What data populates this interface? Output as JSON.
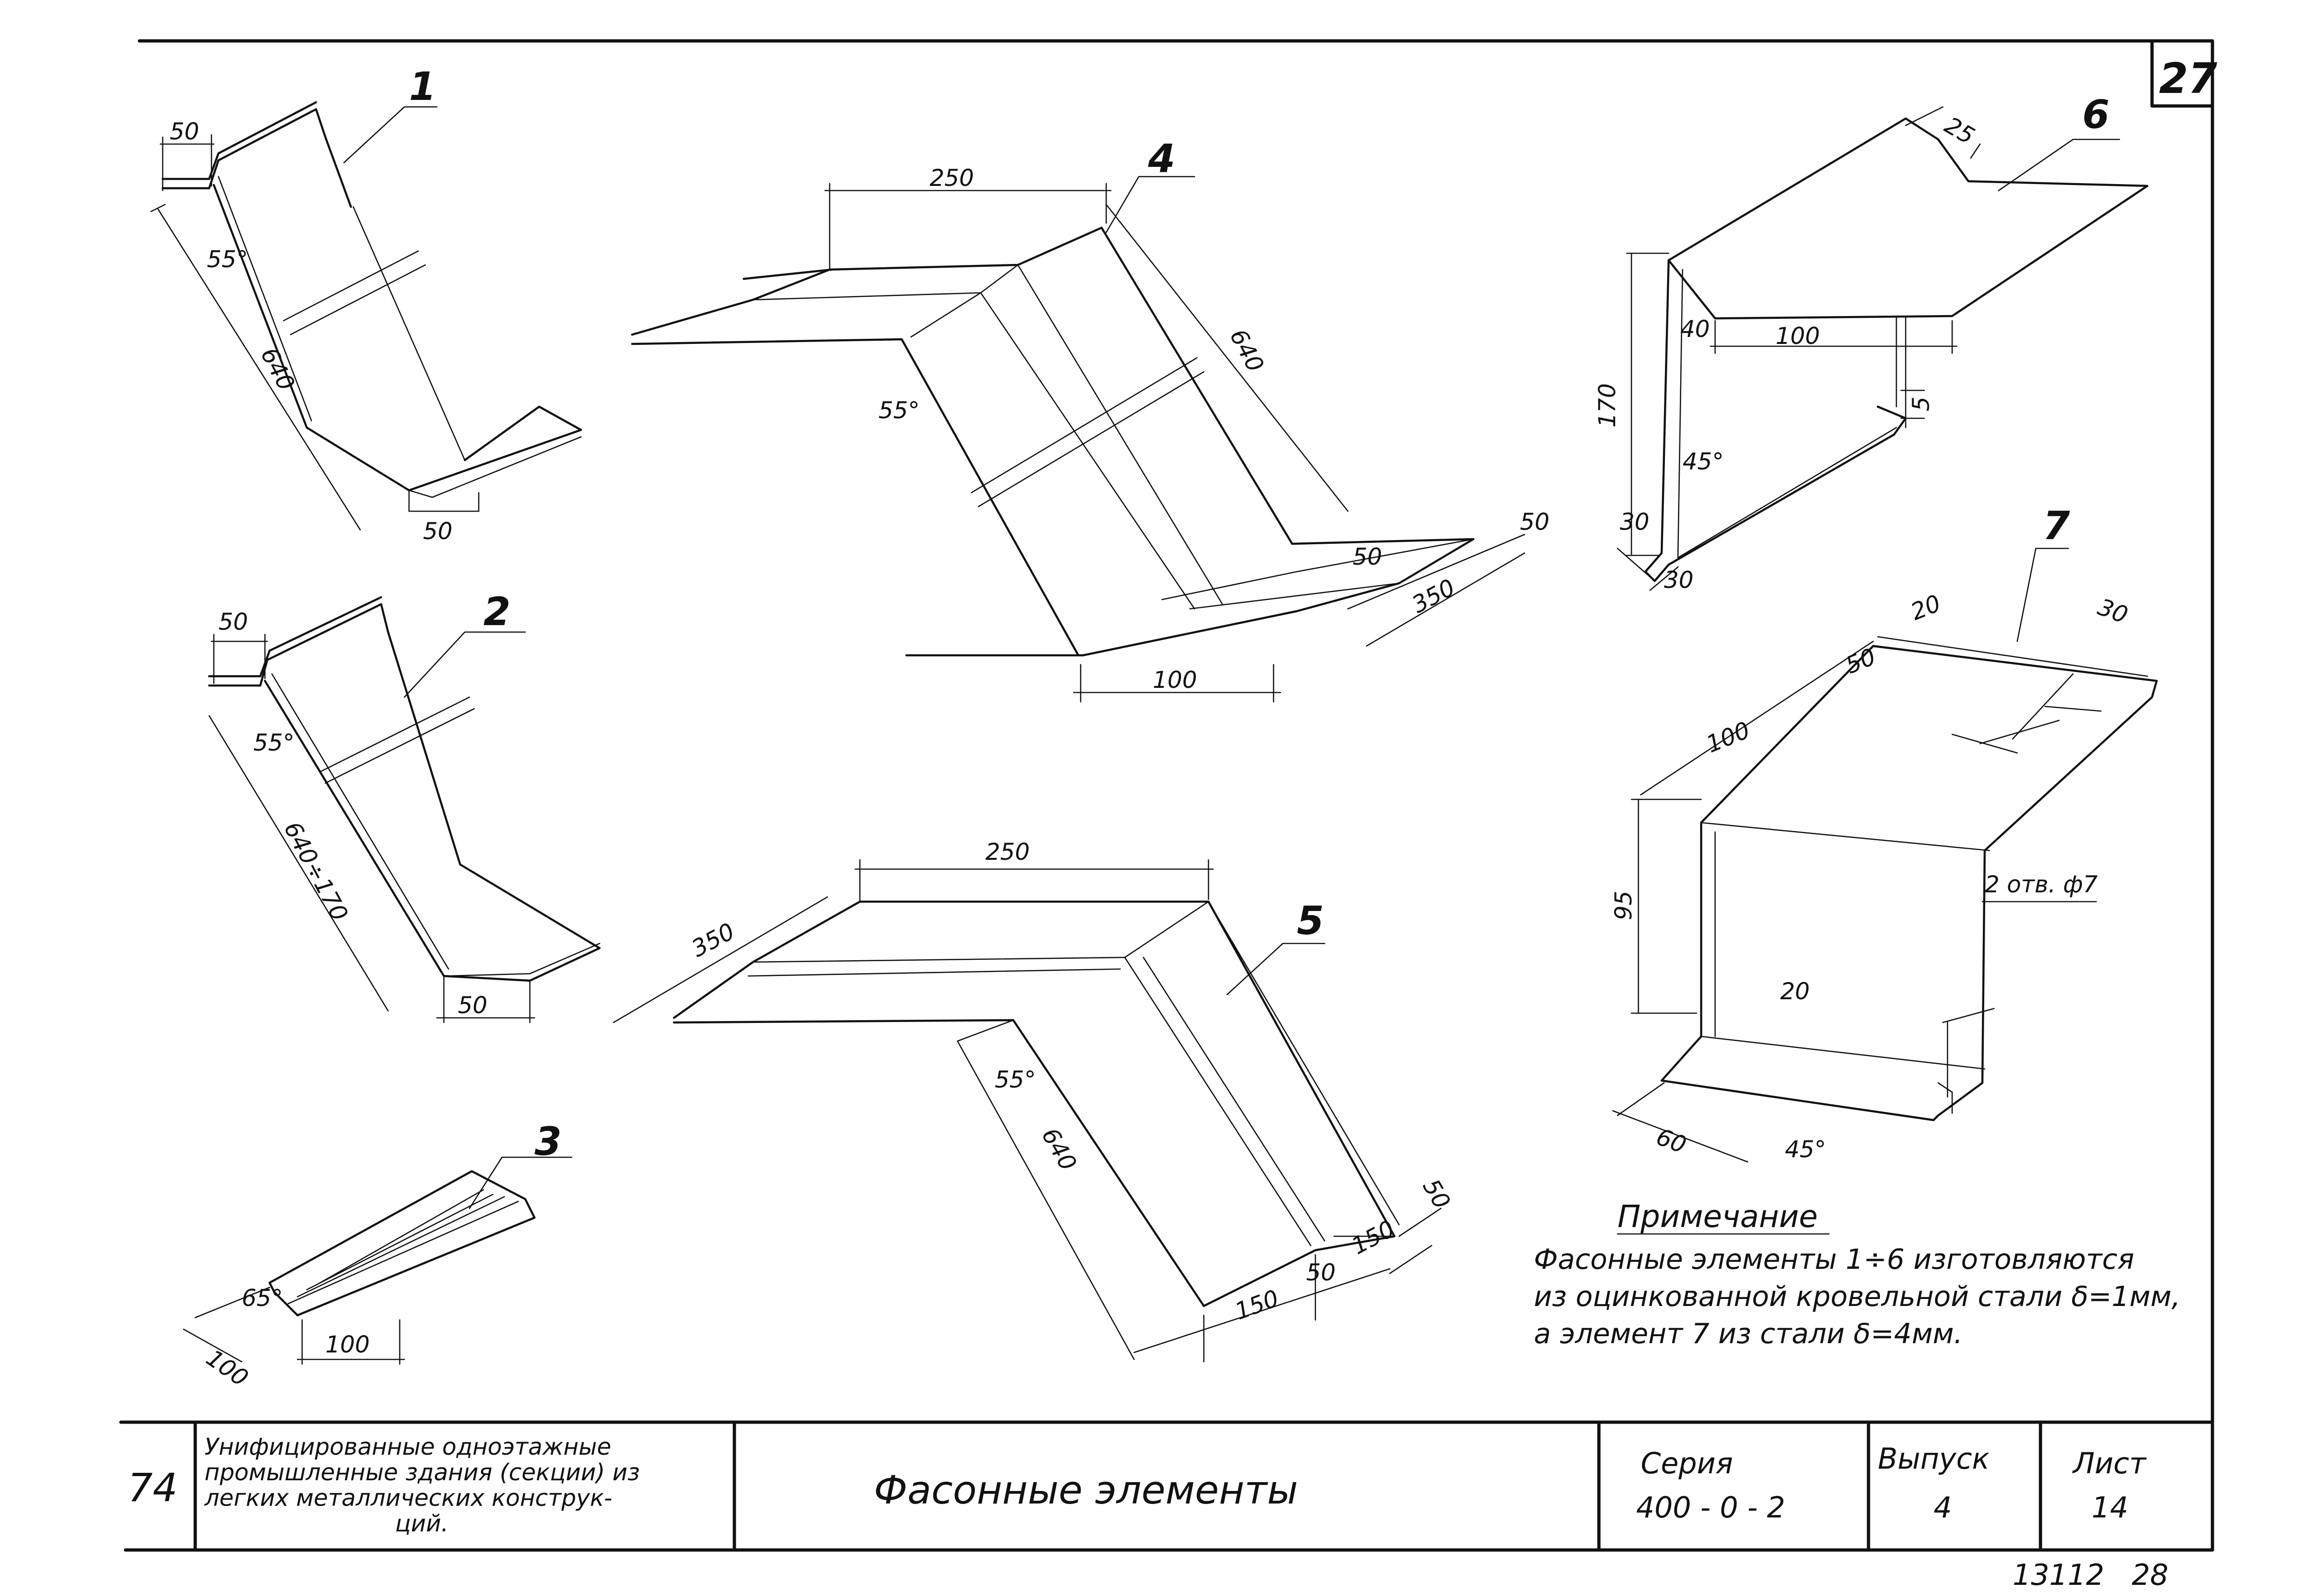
{
  "sheet": {
    "page_number": "27",
    "left_margin_number": "74",
    "bottom_numbers": "13112   28"
  },
  "elements": {
    "e1": {
      "label": "1",
      "dims": {
        "top_flange": "50",
        "angle": "55°",
        "length": "640",
        "bottom_flange": "50"
      }
    },
    "e2": {
      "label": "2",
      "dims": {
        "top_flange": "50",
        "angle": "55°",
        "length": "640÷170",
        "bottom_flange": "50"
      }
    },
    "e3": {
      "label": "3",
      "dims": {
        "angle": "65°",
        "side": "100",
        "bottom": "100"
      }
    },
    "e4": {
      "label": "4",
      "dims": {
        "top_width": "250",
        "angle": "55°",
        "length": "640",
        "step": "50",
        "right_flange": "50",
        "flange_len": "350",
        "bottom_width": "100"
      }
    },
    "e5": {
      "label": "5",
      "dims": {
        "top_width": "250",
        "left_flange": "350",
        "angle": "55°",
        "length": "640",
        "right_top": "50",
        "step_a": "150",
        "step_b": "50",
        "bottom_right": "150"
      }
    },
    "e6": {
      "label": "6",
      "dims": {
        "top_lip": "25",
        "height": "170",
        "inner": "40",
        "width": "100",
        "drop": "5",
        "angle": "45°",
        "base_a": "30",
        "base_b": "30"
      }
    },
    "e7": {
      "label": "7",
      "dims": {
        "d100": "100",
        "d50": "50",
        "d20": "20",
        "d30": "30",
        "height": "95",
        "d20b": "20",
        "d60": "60",
        "angle": "45°",
        "holes": "2 отв. ф7"
      }
    }
  },
  "note": {
    "heading": "Примечание",
    "line1": "Фасонные элементы 1÷6 изготовляются",
    "line2": "из оцинкованной кровельной стали δ=1мм,",
    "line3": "а элемент 7 из стали δ=4мм."
  },
  "title_block": {
    "project_line1": "Унифицированные одноэтажные",
    "project_line2": "промышленные здания (секции) из",
    "project_line3": "легких металлических конструк-",
    "project_line4": "ций.",
    "drawing_title": "Фасонные элементы",
    "series_label": "Серия",
    "series_value": "400 - 0 - 2",
    "issue_label": "Выпуск",
    "issue_value": "4",
    "sheet_label": "Лист",
    "sheet_value": "14"
  }
}
